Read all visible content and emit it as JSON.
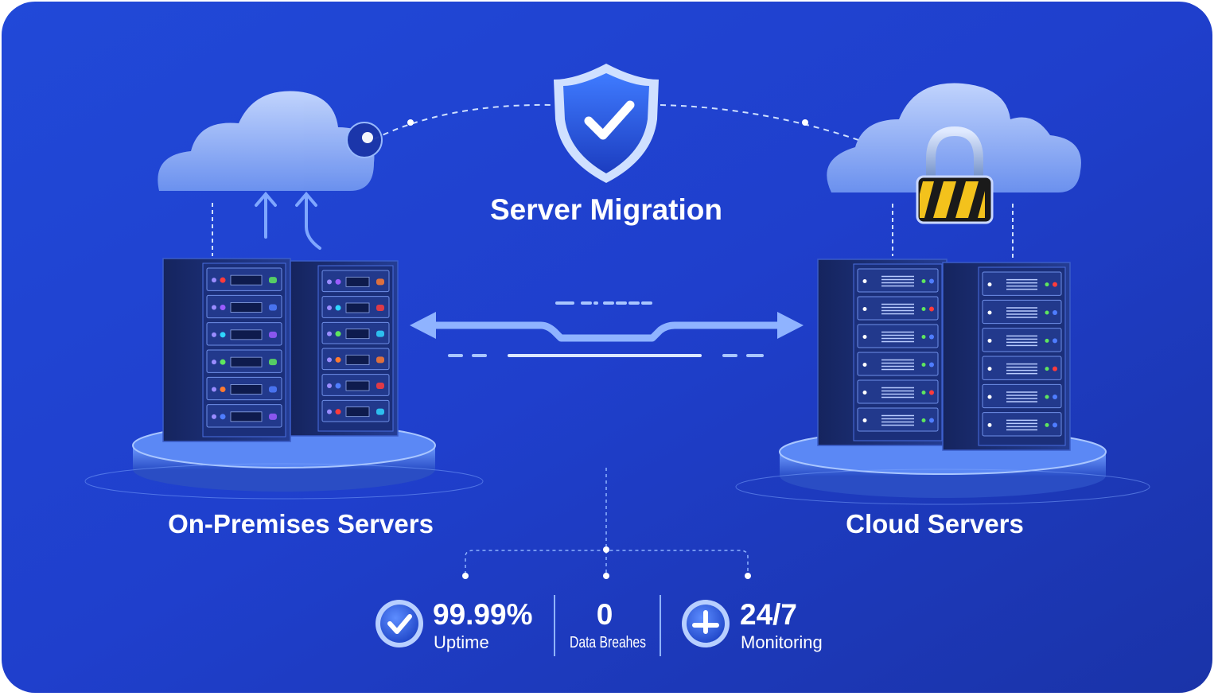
{
  "title": "Server Migration",
  "left": {
    "label": "On-Premises Servers"
  },
  "right": {
    "label": "Cloud Servers"
  },
  "stats": [
    {
      "value": "99.99%",
      "label": "Uptime",
      "icon": "check-circle-icon"
    },
    {
      "value": "0",
      "label": "Data Breahes"
    },
    {
      "value": "24/7",
      "label": "Monitoring",
      "icon": "clock-icon"
    }
  ],
  "colors": {
    "background": "#1f44d2",
    "accent": "#6fa0ff",
    "text": "#ffffff"
  }
}
